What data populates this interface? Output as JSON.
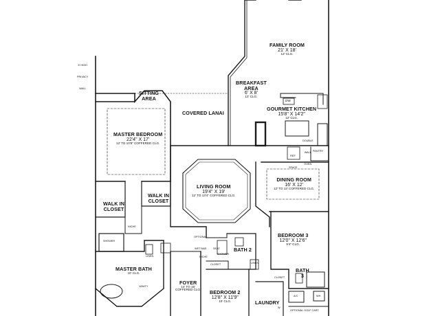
{
  "rooms": {
    "family_room": {
      "name": "FAMILY ROOM",
      "dims": "21' X 18'",
      "ceiling": "12' CLG."
    },
    "breakfast_area": {
      "name1": "BREAKFAST",
      "name2": "AREA",
      "dims": "6' X 8'",
      "ceiling": "12' CLG."
    },
    "gourmet_kitchen": {
      "name": "GOURMET KITCHEN",
      "dims": "15'8\" X 14'2\"",
      "ceiling": "12' CLG."
    },
    "sitting_area": {
      "name1": "SITTING",
      "name2": "AREA"
    },
    "covered_lanai": {
      "name": "COVERED LANAI"
    },
    "master_bedroom": {
      "name": "MASTER BEDROOM",
      "dims": "22'4\" X 17'",
      "ceiling": "12' TO 10'8\" COFFERED CLG."
    },
    "living_room": {
      "name": "LIVING ROOM",
      "dims": "19'4\" X 19'",
      "ceiling": "12' TO 13'4\" COFFERED CLG."
    },
    "dining_room": {
      "name": "DINING ROOM",
      "dims": "16' X 12'",
      "ceiling": "12' TO 13' COFFERED CLG."
    },
    "bedroom_3": {
      "name": "BEDROOM 3",
      "dims": "12'0\" X 12'6\"",
      "ceiling": "9'4\" CLG."
    },
    "walk_in_closet_left": {
      "name1": "WALK IN",
      "name2": "CLOSET"
    },
    "walk_in_closet_right": {
      "name1": "WALK IN",
      "name2": "CLOSET"
    },
    "master_bath": {
      "name": "MASTER BATH",
      "ceiling": "10' CLG."
    },
    "foyer": {
      "name": "FOYER",
      "ceiling1": "14' TO 15'",
      "ceiling2": "COFFERED CLG."
    },
    "bedroom_2": {
      "name": "BEDROOM 2",
      "dims": "12'8\" X 11'9\"",
      "ceiling": "10' CLG."
    },
    "bath_2": {
      "name": "BATH 2"
    },
    "bath_3": {
      "name1": "BATH",
      "name2": "3"
    },
    "laundry": {
      "name": "LAUNDRY"
    }
  },
  "notes": {
    "privacy_wall": [
      "8' HIGH",
      "PRIVACY",
      "WALL"
    ],
    "niche_left": "NICHE",
    "niche_foyer": "NICHE",
    "shower_master": "SHOWER",
    "linen_master": "LINEN",
    "vanity": "VANITY",
    "wet_bar": [
      "OPTIONAL",
      "WET BAR"
    ],
    "seat": "SEAT",
    "shower_bath2": "SHOWER",
    "closet_bed2": "CLOSET",
    "linen_hall": "LINEN",
    "closet_bed3": "CLOSET",
    "dw": "DW",
    "double_oven": [
      "DOUBLE",
      "WALL",
      "OVEN"
    ],
    "ref_space": [
      "REF.",
      "SPACE"
    ],
    "pantry": "PANTRY",
    "ac": "A/C",
    "wh": "WH",
    "golf_cart": "OPTIONAL GOLF CART",
    "w": "W"
  }
}
